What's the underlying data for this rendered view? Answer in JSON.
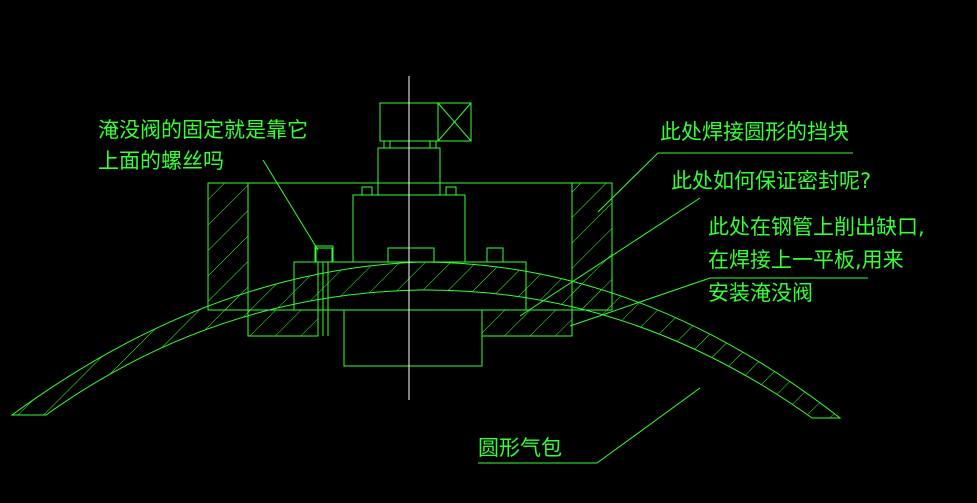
{
  "colors": {
    "background": "#000000",
    "linework": "#33ff33",
    "text": "#33ff33",
    "centerline": "#ffffff"
  },
  "annotations": {
    "valve_mount_question": {
      "line1": "淹没阀的固定就是靠它",
      "line2": "上面的螺丝吗"
    },
    "welded_block": "此处焊接圆形的挡块",
    "sealing_question": "此处如何保证密封呢?",
    "cutout_note": {
      "line1": "此处在钢管上削出缺口,",
      "line2": "在焊接上一平板,用来",
      "line3": "安装淹没阀"
    },
    "drum_label": "圆形气包"
  }
}
